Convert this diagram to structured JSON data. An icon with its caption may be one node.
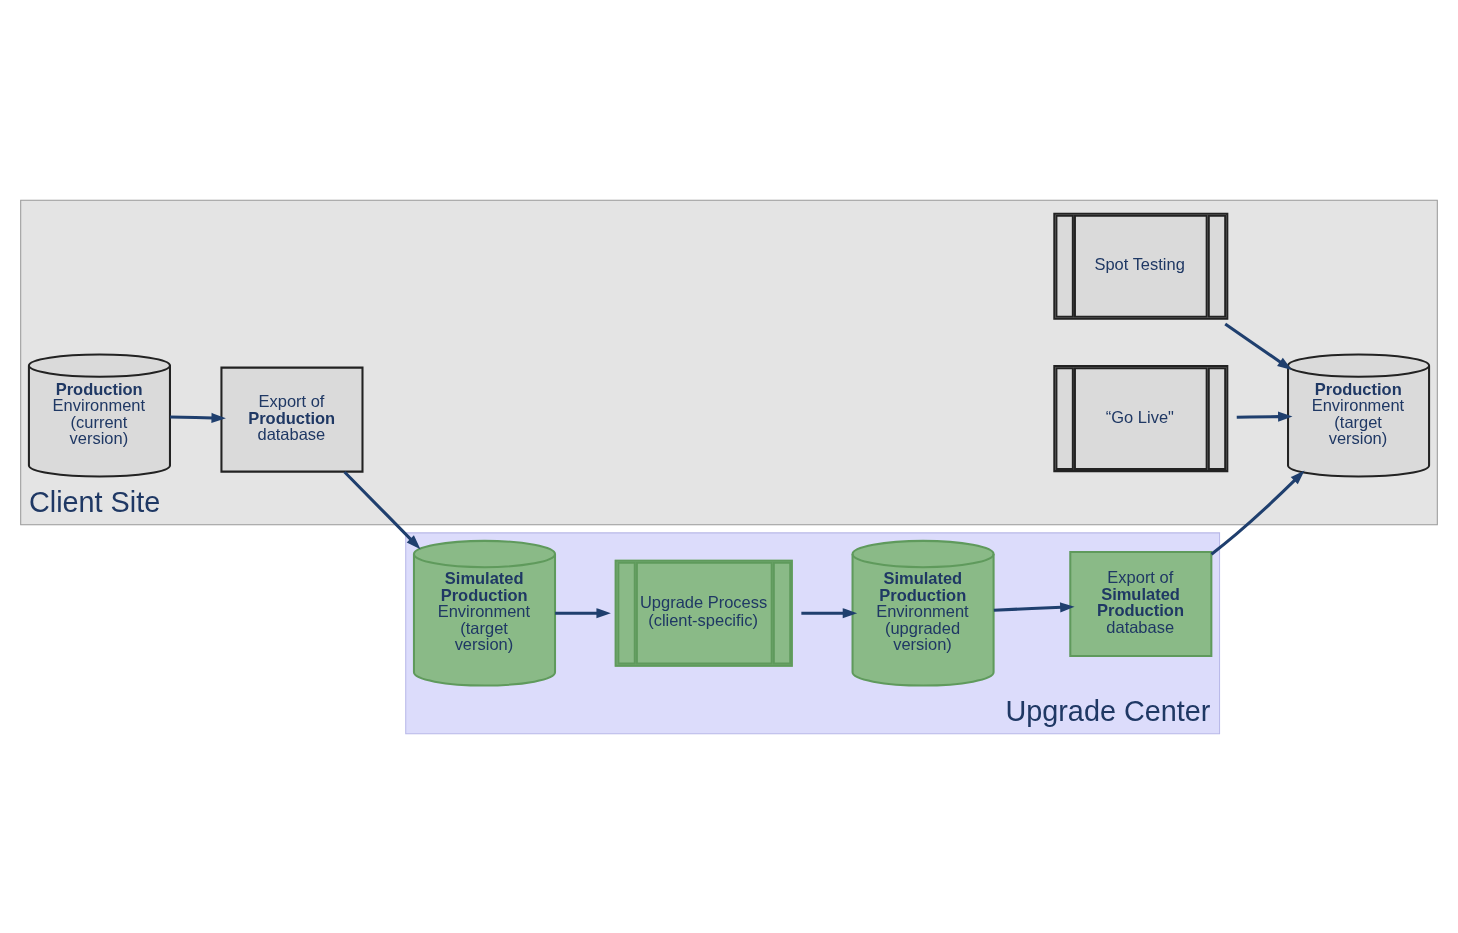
{
  "diagram": {
    "nodes": [
      {
        "text": [
          "Client Site"
        ]
      },
      {
        "text": [
          "**Production** Environment (current version)"
        ],
        "in": 0
      },
      {
        "text": [
          "Export of **Production** database"
        ],
        "in": 0
      },
      {
        "text": [
          "**Production** Environment (target version)"
        ],
        "in": 0
      },
      {
        "text": [
          "Spot Testing"
        ],
        "in": 0
      },
      {
        "text": [
          "“Go Live\""
        ],
        "in": 0
      },
      {
        "text": [
          "Upgrade Center"
        ]
      },
      {
        "text": [
          "**Simulated Production** Environment (target version)"
        ],
        "in": 6
      },
      {
        "text": [
          "Upgrade Process (client-specific)"
        ],
        "in": 6
      },
      {
        "text": [
          "**Simulated Production** Environment (upgraded version)"
        ],
        "in": 6
      },
      {
        "text": [
          "Export of **Simulated Production** database"
        ],
        "in": 6
      }
    ],
    "edges": [
      {
        "from": 1,
        "to": 2,
        "arrow": "to"
      },
      {
        "from": 2,
        "to": 7,
        "arrow": "to"
      },
      {
        "from": 7,
        "to": 8,
        "arrow": "to"
      },
      {
        "from": 8,
        "to": 9,
        "arrow": "to"
      },
      {
        "from": 9,
        "to": 10,
        "arrow": "to"
      },
      {
        "from": 10,
        "to": 3,
        "arrow": "to"
      },
      {
        "from": 4,
        "to": 3,
        "arrow": "to"
      },
      {
        "from": 5,
        "to": 3,
        "arrow": "to"
      }
    ]
  }
}
